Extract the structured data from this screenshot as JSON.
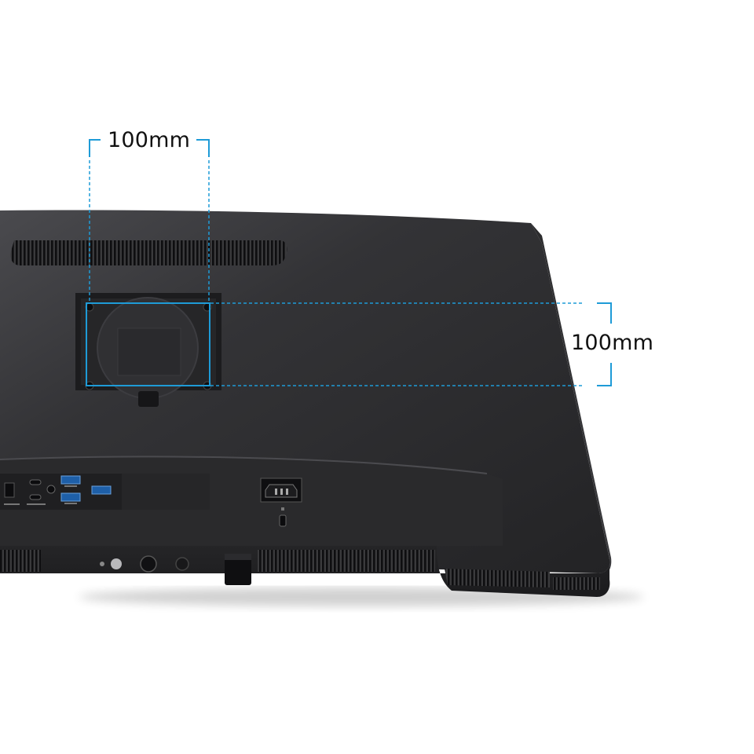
{
  "image": {
    "subject": "monitor-back-vesa-mount",
    "colors": {
      "background": "#ffffff",
      "monitor_body": "#2b2b2d",
      "monitor_highlight": "#46464a",
      "vent": "#111113",
      "dimension_line": "#1e9bd7",
      "label_text": "#111111"
    }
  },
  "dimensions": {
    "horizontal_label": "100mm",
    "vertical_label": "100mm"
  },
  "ports": {
    "icons": [
      "hdmi-port-icon",
      "usb-c-port-icon",
      "usb-a-port-icon",
      "power-inlet-icon",
      "lock-slot-icon"
    ]
  }
}
